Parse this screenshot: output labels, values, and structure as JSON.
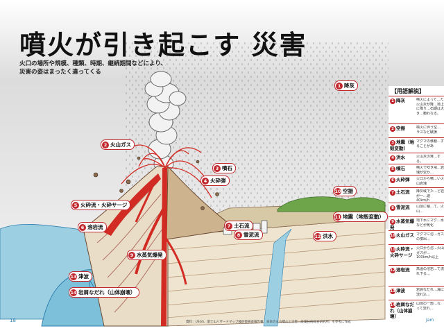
{
  "title": "噴火が引き起こす 災害",
  "subtitle_lines": [
    "火口の場所や規模、種類、時期、継続期間などにより、",
    "災害の姿はまったく違ってくる"
  ],
  "labels": [
    {
      "num": "1",
      "text": "降灰"
    },
    {
      "num": "2",
      "text": "火山ガス"
    },
    {
      "num": "3",
      "text": "噴石"
    },
    {
      "num": "4",
      "text": "火砕弾"
    },
    {
      "num": "5",
      "text": "火砕流・火砕サージ"
    },
    {
      "num": "6",
      "text": "溶岩流"
    },
    {
      "num": "7",
      "text": "土石流"
    },
    {
      "num": "8",
      "text": "雪泥流"
    },
    {
      "num": "9",
      "text": "水蒸気爆発"
    },
    {
      "num": "10",
      "text": "空振"
    },
    {
      "num": "11",
      "text": "地震（地殻変動）"
    },
    {
      "num": "12",
      "text": "洪水"
    },
    {
      "num": "13",
      "text": "津波"
    },
    {
      "num": "14",
      "text": "岩屑なだれ（山体崩壊）"
    }
  ],
  "glossary": {
    "title": "【用語解説】",
    "rows": [
      {
        "num": "1",
        "term": "降灰",
        "desc": "噴火によって…た火山灰が降…地上に降り…石期は大き…範わなる。"
      },
      {
        "num": "2",
        "term": "空振",
        "desc": "噴火に伴う空…ラスなど破損"
      },
      {
        "num": "3",
        "term": "地震（地殻変動）",
        "desc": "マグマの移動…することがあ"
      },
      {
        "num": "4",
        "term": "洪水",
        "desc": "火山灰の堆…する。"
      },
      {
        "num": "5",
        "term": "噴石",
        "desc": "噴火で吹き飛…岩塊が空か…"
      },
      {
        "num": "6",
        "term": "火砕弾",
        "desc": "火口から噴…い火山岩塊"
      },
      {
        "num": "7",
        "term": "土石流",
        "desc": "降灰域でた…ど岩が一…速 40km/h"
      },
      {
        "num": "8",
        "term": "雪泥流",
        "desc": "山頂に積…て、火山…"
      },
      {
        "num": "9",
        "term": "水蒸気爆発",
        "desc": "地下水にマグ…水などが気化"
      },
      {
        "num": "10",
        "term": "火山ガス",
        "desc": "マグマに溶…ガスの噴出…"
      },
      {
        "num": "11",
        "term": "火砕流・火砕サージ",
        "desc": "火口から溶…火山ガスが…100km/h以上"
      },
      {
        "num": "12",
        "term": "溶岩流",
        "desc": "高温の溶岩…て流れ下る…"
      },
      {
        "num": "13",
        "term": "津波",
        "desc": "岩屑なだれ…海に流れ込…"
      },
      {
        "num": "14",
        "term": "岩屑なだれ（山体崩壊）",
        "desc": "山体の一部…なって流れ…"
      }
    ]
  },
  "footnote": "資料：USGS、富士山ハザードマップ検討委員会報告書、日本の火山噴火と災害（産業技術総合研究所）を参考に作成",
  "page_number": "18",
  "brand": "Jam",
  "colors": {
    "accent": "#c0282d",
    "sky": "#d2d2d2",
    "sea": "#9ccfe2",
    "magma": "#d22b24",
    "strata": "#e9ddc8",
    "grass": "#6fa54a"
  }
}
